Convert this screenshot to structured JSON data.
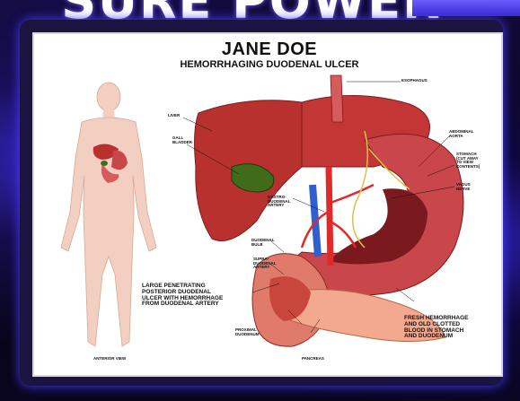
{
  "banner": {
    "text": "SURE POWER"
  },
  "poster": {
    "title": "JANE DOE",
    "subtitle": "HEMORRHAGING DUODENAL ULCER",
    "footer": "",
    "labels": {
      "esophagus": "ESOPHAGUS",
      "liver": "LIVER",
      "gallbladder": [
        "GALL",
        "BLADDER"
      ],
      "abdominal_aorta": [
        "ABDOMINAL",
        "AORTA"
      ],
      "stomach": [
        "STOMACH",
        "(CUT AWAY",
        "TO VIEW",
        "CONTENTS)"
      ],
      "vagus_nerve": [
        "VAGUS",
        "NERVE"
      ],
      "gastroduodenal_artery": [
        "GASTRO-",
        "DUODENAL",
        "ARTERY"
      ],
      "duodenal_bulb": [
        "DUODENAL",
        "BULB"
      ],
      "supraduodenal_artery": [
        "SUPRA-",
        "DUODENAL",
        "ARTERY"
      ],
      "ulcer_callout": [
        "LARGE PENETRATING",
        "POSTERIOR DUODENAL",
        "ULCER WITH HEMORRHAGE",
        "FROM DUODENAL ARTERY"
      ],
      "fresh_hemorrhage": [
        "FRESH HEMORRHAGE",
        "AND OLD CLOTTED",
        "BLOOD IN STOMACH",
        "AND DUODENUM"
      ],
      "proximal_duodenum": [
        "PROXIMAL",
        "DUODENUM"
      ],
      "pancreas": "PANCREAS",
      "anterior_view": "ANTERIOR VIEW"
    }
  },
  "colors": {
    "liver": "#b8312f",
    "stomach": "#c9464a",
    "gallbladder": "#3f6b1a",
    "vessel_red": "#e02a2a",
    "vessel_blue": "#2f5fd0",
    "nerve": "#d8c24a",
    "skin": "#f3cfc2",
    "panel_glow": "#4a3cff"
  }
}
